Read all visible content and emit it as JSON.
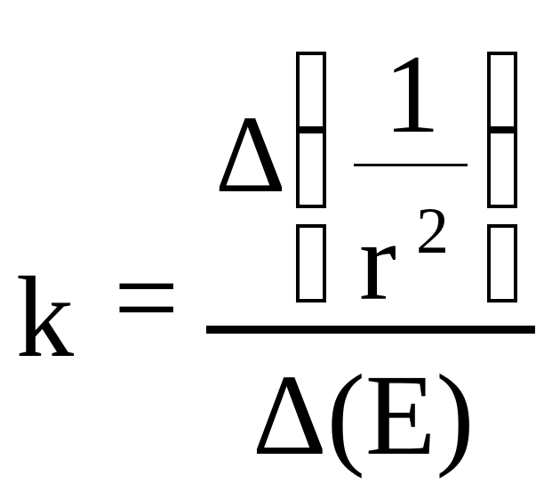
{
  "formula": {
    "lhs": "k",
    "equals": "=",
    "numerator": {
      "delta": "Δ",
      "inner_numerator": "1",
      "inner_base": "r",
      "inner_exponent": "2"
    },
    "denominator": "Δ(E)"
  }
}
